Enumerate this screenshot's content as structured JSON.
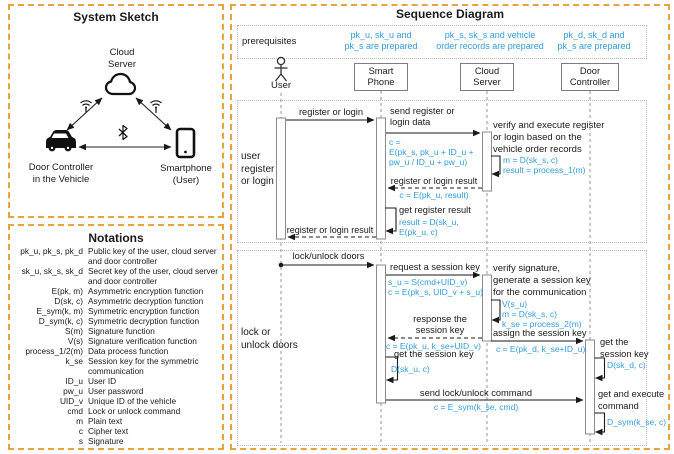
{
  "system_sketch": {
    "title": "System Sketch",
    "cloud_label": "Cloud\nServer",
    "car_label": "Door Controller\nin the Vehicle",
    "phone_label": "Smartphone\n(User)"
  },
  "notations": {
    "title": "Notations",
    "rows": [
      {
        "symbol": "pk_u, pk_s, pk_d",
        "desc": "Public key of the user, cloud server and door controller"
      },
      {
        "symbol": "sk_u, sk_s, sk_d",
        "desc": "Secret key of the user, cloud server and door controller"
      },
      {
        "symbol": "E(pk, m)",
        "desc": "Asymmetric encryption function"
      },
      {
        "symbol": "D(sk, c)",
        "desc": "Asymmetric decryption function"
      },
      {
        "symbol": "E_sym(k, m)",
        "desc": "Symmetric encryption function"
      },
      {
        "symbol": "D_sym(k, c)",
        "desc": "Symmetric decryption function"
      },
      {
        "symbol": "S(m)",
        "desc": "Signature function"
      },
      {
        "symbol": "V(s)",
        "desc": "Signature verification function"
      },
      {
        "symbol": "process_1/2(m)",
        "desc": "Data process function"
      },
      {
        "symbol": "k_se",
        "desc": "Session key for the symmetric communication"
      },
      {
        "symbol": "ID_u",
        "desc": "User ID"
      },
      {
        "symbol": "pw_u",
        "desc": "User password"
      },
      {
        "symbol": "UID_v",
        "desc": "Unique ID of the vehicle"
      },
      {
        "symbol": "cmd",
        "desc": "Lock or unlock command"
      },
      {
        "symbol": "m",
        "desc": "Plain text"
      },
      {
        "symbol": "c",
        "desc": "Cipher text"
      },
      {
        "symbol": "s",
        "desc": "Signature"
      }
    ]
  },
  "sequence": {
    "title": "Sequence Diagram",
    "prerequisites_label": "prerequisites",
    "prereq_phone": "pk_u, sk_u and\npk_s are prepared",
    "prereq_cloud": "pk_s, sk_s and vehicle\norder records are prepared",
    "prereq_door": "pk_d, sk_d and\npk_s are prepared",
    "actors": {
      "user": "User",
      "phone": "Smart\nPhone",
      "cloud": "Cloud\nServer",
      "door": "Door\nController"
    },
    "section1": {
      "label": "user\nregister\nor login",
      "msg_register": "register or login",
      "msg_send_data": "send register or\nlogin data",
      "code_send_data": "c =\nE(pk_s, pk_u + ID_u +\npw_u / ID_u + pw_u)",
      "note_verify": "verify and execute register\nor login based on the\nvehicle order records",
      "code_verify": "m = D(sk_s, c)\nresult = process_1(m)",
      "msg_result": "register or login result",
      "code_result": "c = E(pk_u, result)",
      "self_get_result": "get register result",
      "code_get_result": "result = D(sk_u,\nE(pk_u, c)",
      "msg_result_user": "register or login result"
    },
    "section2": {
      "label": "lock or\nunlock doors",
      "msg_lock": "lock/unlock doors",
      "msg_request_key": "request a session key",
      "code_request_key": "s_u = S(cmd+UID_v)\nc = E(pk_s, UID_v + s_u)",
      "note_verify_sig": "verify signature,\ngenerate a session key\nfor the communication",
      "code_verify_sig": "V(s_u)\nm = D(sk_s, c)\nk_se = process_2(m)",
      "msg_response_key": "response the\nsession key",
      "code_response_key": "c = E(pk_u, k_se+UID_v)",
      "msg_assign_key": "assign the session key",
      "code_assign_key": "c = E(pk_d, k_se+ID_u)",
      "note_door_get_key": "get the\nsession key",
      "code_door_get_key": "D(sk_d, c)",
      "self_get_key": "get the session key",
      "code_get_key": "D(sk_u, c)",
      "msg_send_cmd": "send lock/unlock command",
      "code_send_cmd": "c = E_sym(k_se, cmd)",
      "note_exec": "get and execute\ncommand",
      "code_exec": "D_sym(k_se, c)"
    }
  },
  "colors": {
    "accent_orange": "#E8A33C",
    "code_blue": "#339CDB"
  }
}
